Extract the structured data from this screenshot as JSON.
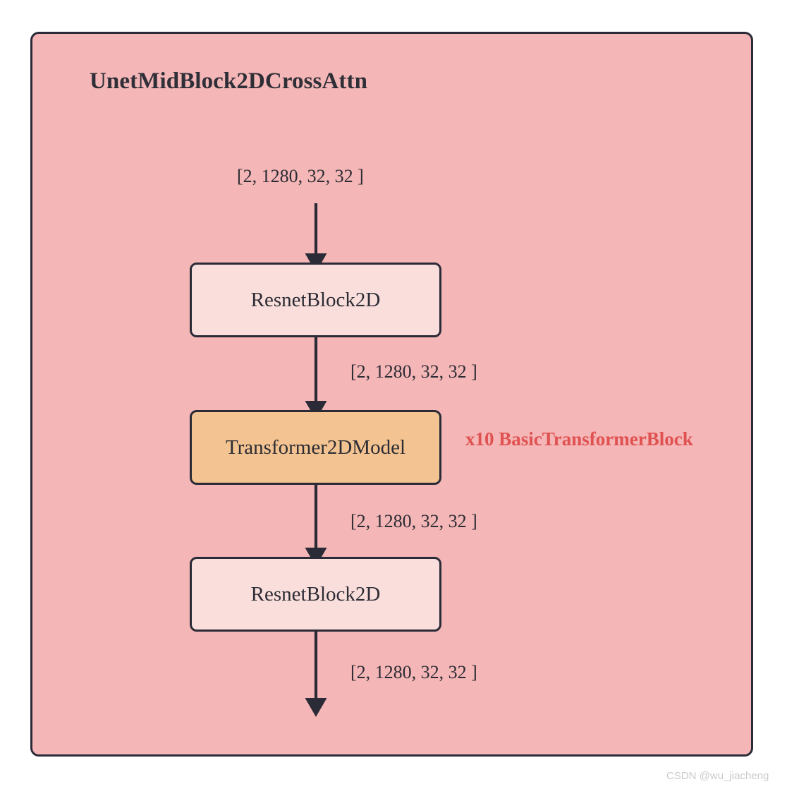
{
  "diagram": {
    "container": {
      "title": "UnetMidBlock2DCrossAttn",
      "fill_color": "#F4B6B6",
      "border_color": "#2B2B38"
    },
    "nodes": [
      {
        "id": "resnet-1",
        "label": "ResnetBlock2D",
        "fill_color": "#FADEDC"
      },
      {
        "id": "transformer",
        "label": "Transformer2DModel",
        "fill_color": "#F3C491"
      },
      {
        "id": "resnet-2",
        "label": "ResnetBlock2D",
        "fill_color": "#FADEDC"
      }
    ],
    "edge_labels": [
      {
        "id": "input",
        "text": "[2, 1280, 32, 32 ]"
      },
      {
        "id": "resnet1-to-transformer",
        "text": "[2, 1280, 32, 32 ]"
      },
      {
        "id": "transformer-to-resnet2",
        "text": "[2, 1280, 32, 32 ]"
      },
      {
        "id": "output",
        "text": "[2, 1280, 32, 32 ]"
      }
    ],
    "annotations": [
      {
        "id": "basic-transformer-block-repeat",
        "text": "x10 BasicTransformerBlock",
        "color": "#E05252"
      }
    ],
    "watermark": "CSDN @wu_jiacheng"
  }
}
